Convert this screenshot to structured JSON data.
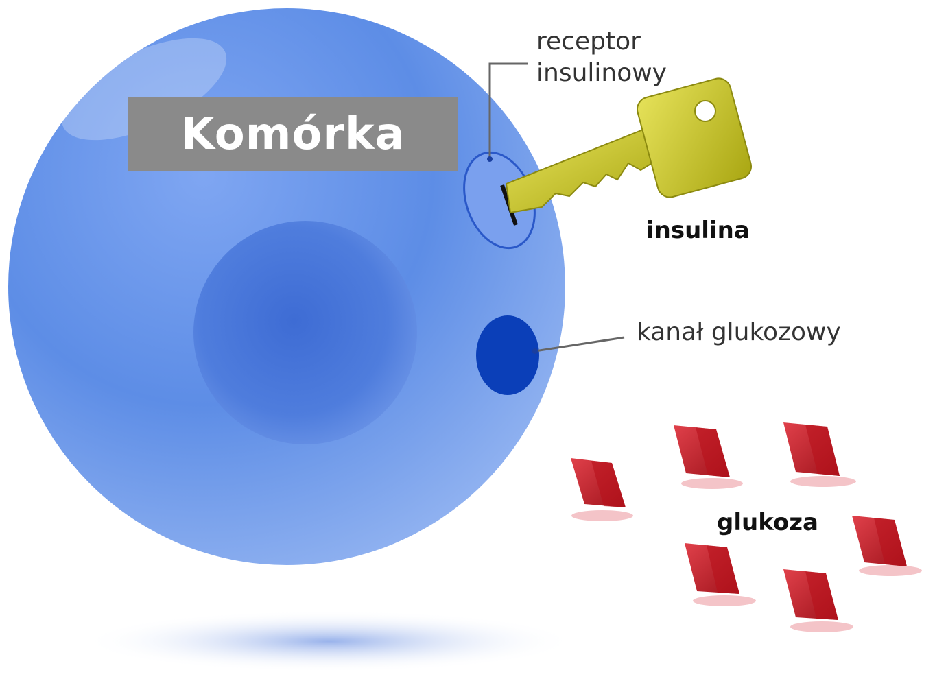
{
  "diagram": {
    "cell_title": "Komórka",
    "receptor_label_line1": "receptor",
    "receptor_label_line2": "insulinowy",
    "insulin_label": "insulina",
    "channel_label": "kanał glukozowy",
    "glucose_label": "glukoza",
    "colors": {
      "cell": "#5b8de8",
      "nucleus": "#3f6fd6",
      "channel": "#0b3fb8",
      "key": "#c9c61a",
      "glucose": "#c81e26",
      "title_box": "#8a8a8a",
      "leader_line": "#666666"
    },
    "glucose_molecule_count": 6
  }
}
